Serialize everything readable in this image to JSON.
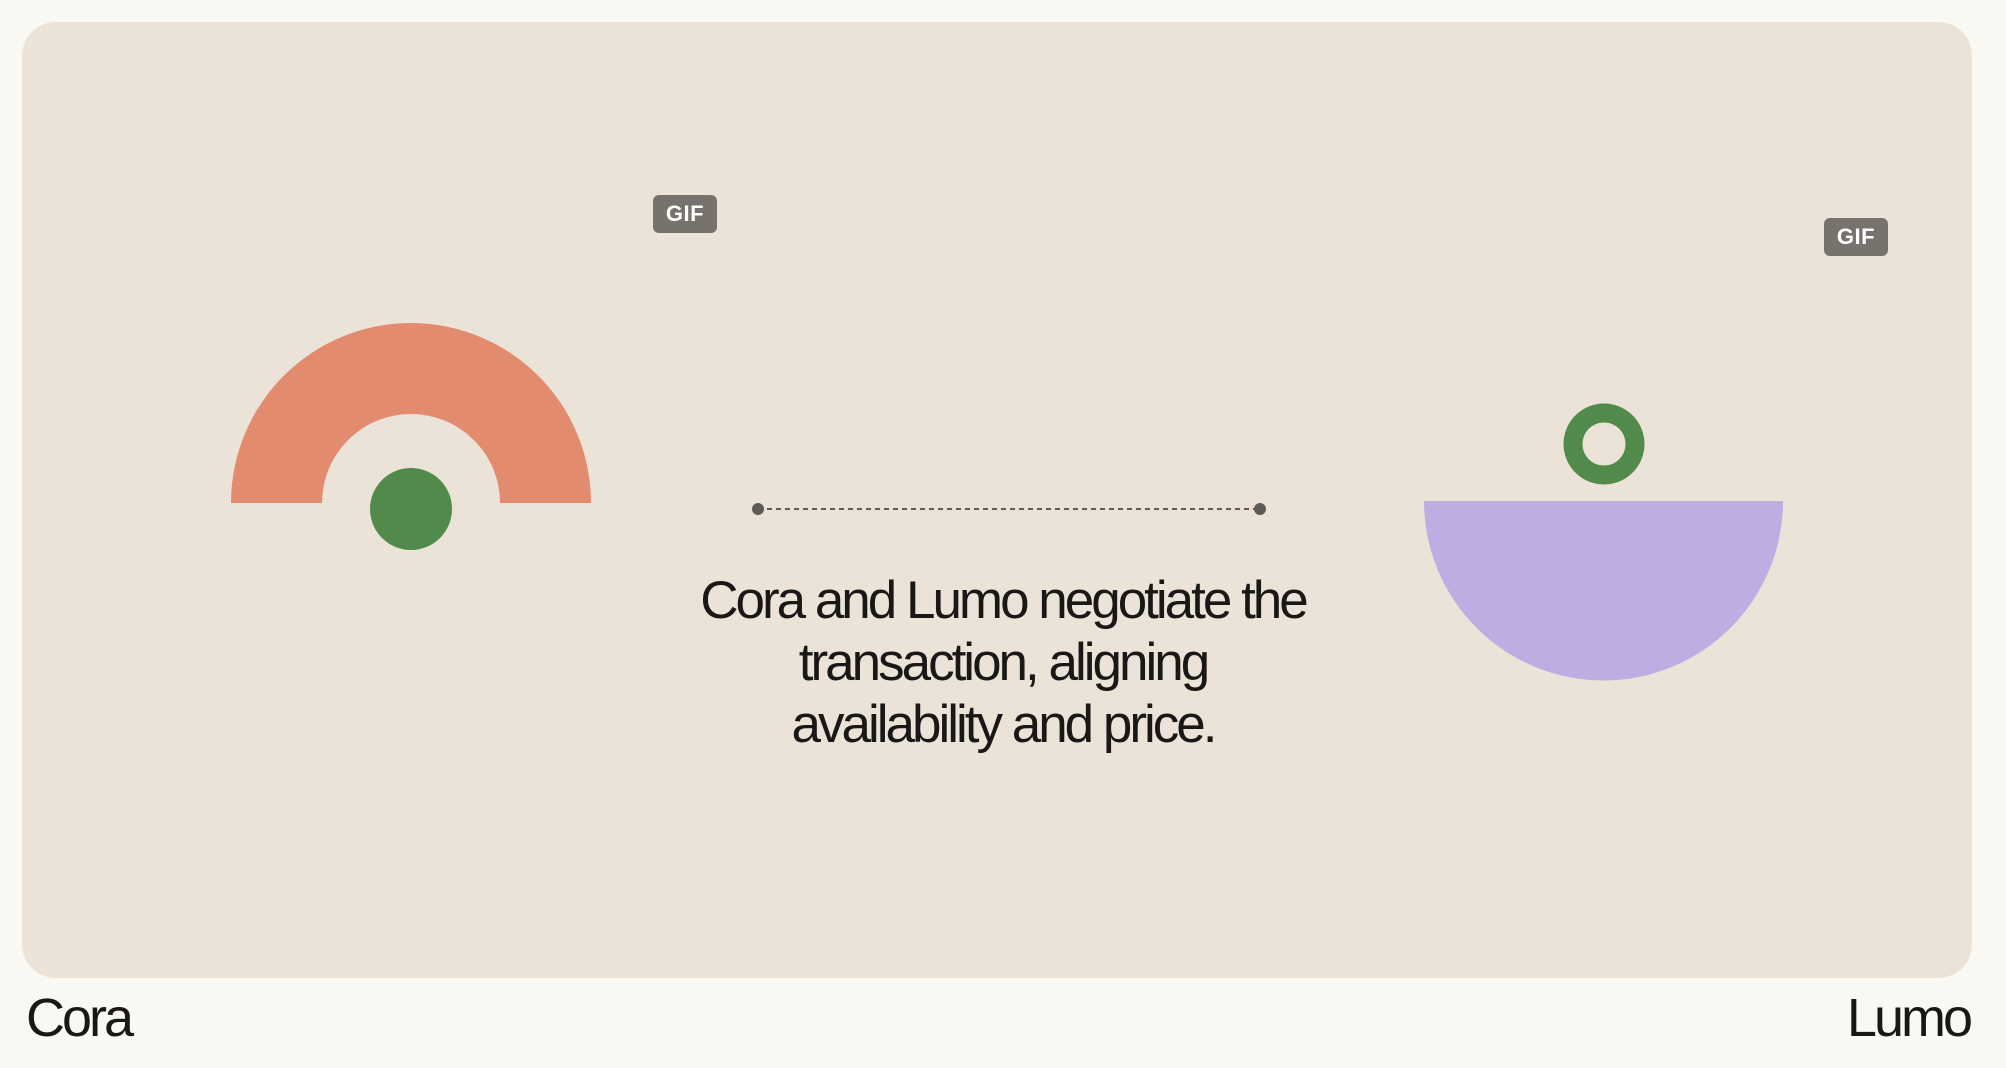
{
  "badges": {
    "left": "GIF",
    "right": "GIF"
  },
  "caption": "Cora and Lumo negotiate the transaction, aligning availability and price.",
  "participants": {
    "left_name": "Cora",
    "right_name": "Lumo"
  },
  "colors": {
    "page_background": "#FAF8F3",
    "card_background": "#EBE3D7",
    "coral": "#E28B6E",
    "green": "#528A4B",
    "lavender": "#BEADE2",
    "connector": "#5E5A55",
    "badge": "#77726B",
    "text": "#1A1816"
  },
  "icons": {
    "cora_shape": "coral-arch-with-green-dot",
    "lumo_shape": "lavender-bowl-with-green-ring",
    "connector": "dotted-line-with-endpoints"
  }
}
